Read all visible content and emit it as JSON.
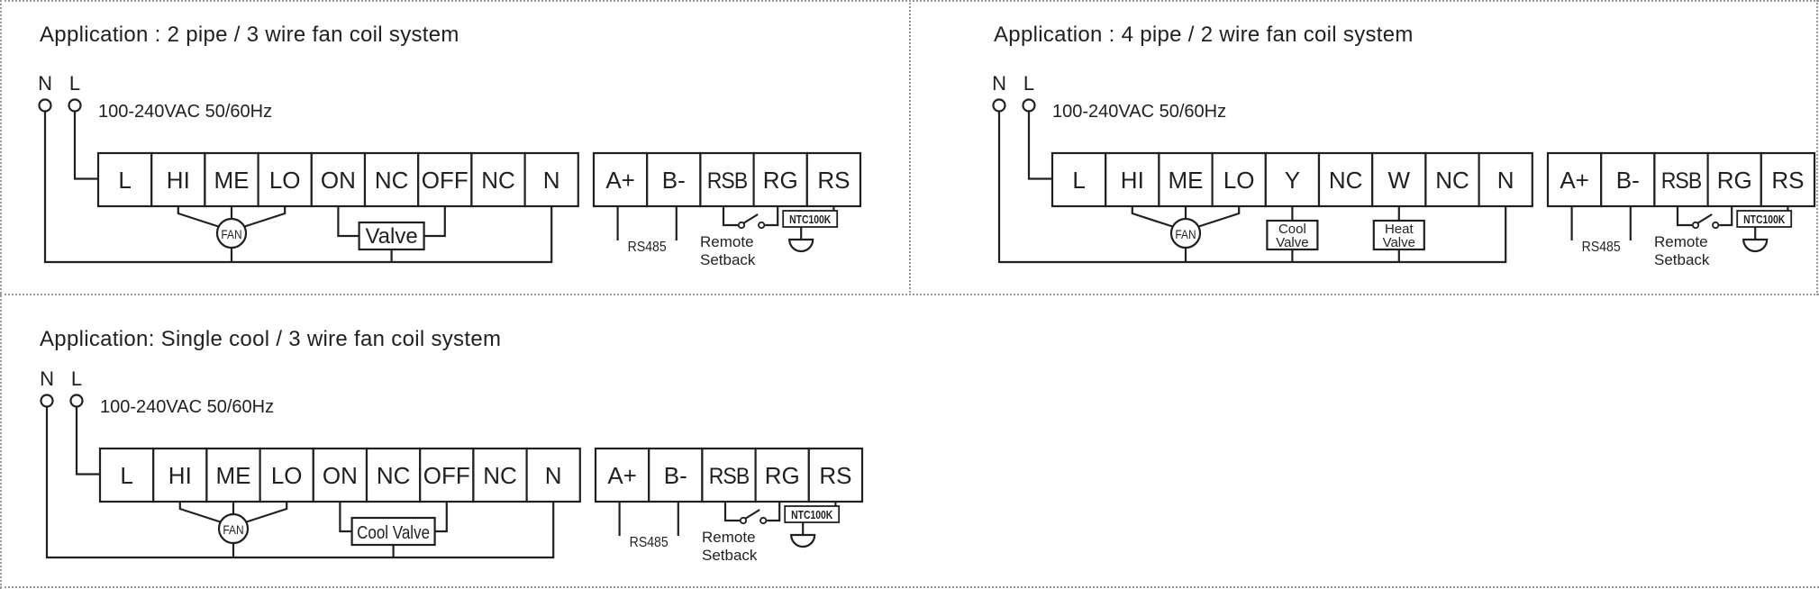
{
  "colors": {
    "line": "#231f20",
    "divider": "#9a9a9a",
    "background": "#ffffff"
  },
  "panels": [
    {
      "id": "p1",
      "title": "Application : 2 pipe / 3 wire fan coil system",
      "supply": {
        "n": "N",
        "l": "L",
        "voltage": "100-240VAC 50/60Hz"
      },
      "main_terminals": [
        "L",
        "HI",
        "ME",
        "LO",
        "ON",
        "NC",
        "OFF",
        "NC",
        "N"
      ],
      "aux_terminals": [
        "A+",
        "B-",
        "RSB",
        "RG",
        "RS"
      ],
      "fan_label": "FAN",
      "valve_type": "single",
      "valve_label": "Valve",
      "rs485_label": "RS485",
      "remote_label": [
        "Remote",
        "Setback"
      ],
      "sensor_label": "NTC100K"
    },
    {
      "id": "p2",
      "title": "Application : 4 pipe / 2 wire fan coil system",
      "supply": {
        "n": "N",
        "l": "L",
        "voltage": "100-240VAC 50/60Hz"
      },
      "main_terminals": [
        "L",
        "HI",
        "ME",
        "LO",
        "Y",
        "NC",
        "W",
        "NC",
        "N"
      ],
      "aux_terminals": [
        "A+",
        "B-",
        "RSB",
        "RG",
        "RS"
      ],
      "fan_label": "FAN",
      "valve_type": "double",
      "cool_valve_label": [
        "Cool",
        "Valve"
      ],
      "heat_valve_label": [
        "Heat",
        "Valve"
      ],
      "rs485_label": "RS485",
      "remote_label": [
        "Remote",
        "Setback"
      ],
      "sensor_label": "NTC100K"
    },
    {
      "id": "p3",
      "title": "Application: Single cool / 3 wire fan coil system",
      "supply": {
        "n": "N",
        "l": "L",
        "voltage": "100-240VAC 50/60Hz"
      },
      "main_terminals": [
        "L",
        "HI",
        "ME",
        "LO",
        "ON",
        "NC",
        "OFF",
        "NC",
        "N"
      ],
      "aux_terminals": [
        "A+",
        "B-",
        "RSB",
        "RG",
        "RS"
      ],
      "fan_label": "FAN",
      "valve_type": "single",
      "valve_label": "Cool Valve",
      "rs485_label": "RS485",
      "remote_label": [
        "Remote",
        "Setback"
      ],
      "sensor_label": "NTC100K"
    }
  ]
}
